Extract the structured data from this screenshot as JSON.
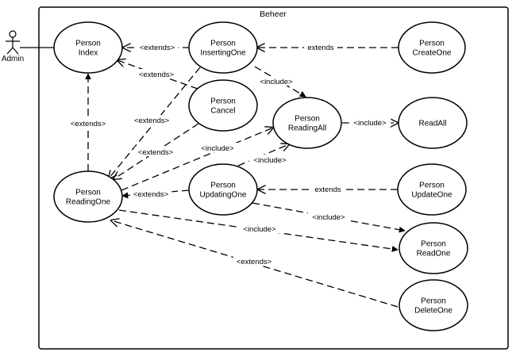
{
  "system": {
    "title": "Beheer"
  },
  "actor": {
    "name": "Admin"
  },
  "usecases": {
    "person_index": [
      "Person",
      "Index"
    ],
    "person_inserting_one": [
      "Person",
      "InsertingOne"
    ],
    "person_create_one": [
      "Person",
      "CreateOne"
    ],
    "person_cancel": [
      "Person",
      "Cancel"
    ],
    "person_reading_all": [
      "Person",
      "ReadingAll"
    ],
    "read_all": [
      "ReadAll"
    ],
    "person_reading_one": [
      "Person",
      "ReadingOne"
    ],
    "person_updating_one": [
      "Person",
      "UpdatingOne"
    ],
    "person_update_one": [
      "Person",
      "UpdateOne"
    ],
    "person_read_one": [
      "Person",
      "ReadOne"
    ],
    "person_delete_one": [
      "Person",
      "DeleteOne"
    ]
  },
  "relations": [
    {
      "id": "inserting-extends-index",
      "from": "person_inserting_one",
      "to": "person_index",
      "label": "<extends>"
    },
    {
      "id": "create-extends-inserting",
      "from": "person_create_one",
      "to": "person_inserting_one",
      "label": "extends"
    },
    {
      "id": "cancel-extends-index",
      "from": "person_cancel",
      "to": "person_index",
      "label": "<extends>"
    },
    {
      "id": "inserting-include-readingall",
      "from": "person_inserting_one",
      "to": "person_reading_all",
      "label": "<include>"
    },
    {
      "id": "inserting-extends-readingone",
      "from": "person_inserting_one",
      "to": "person_reading_one",
      "label": "<extends>"
    },
    {
      "id": "readingone-extends-index",
      "from": "person_reading_one",
      "to": "person_index",
      "label": "<extends>"
    },
    {
      "id": "cancel-extends-readingone",
      "from": "person_cancel",
      "to": "person_reading_one",
      "label": "<extends>"
    },
    {
      "id": "readingall-include-readall",
      "from": "person_reading_all",
      "to": "read_all",
      "label": "<include>"
    },
    {
      "id": "readingone-include-readingall",
      "from": "person_reading_one",
      "to": "person_reading_all",
      "label": "<include>"
    },
    {
      "id": "updating-include-readingall",
      "from": "person_updating_one",
      "to": "person_reading_all",
      "label": "<include>"
    },
    {
      "id": "updating-extends-readingone",
      "from": "person_updating_one",
      "to": "person_reading_one",
      "label": "<extends>"
    },
    {
      "id": "updateone-extends-updating",
      "from": "person_update_one",
      "to": "person_updating_one",
      "label": "extends"
    },
    {
      "id": "updating-include-readone",
      "from": "person_updating_one",
      "to": "person_read_one",
      "label": "<include>"
    },
    {
      "id": "readingone-include-readone",
      "from": "person_reading_one",
      "to": "person_read_one",
      "label": "<include>"
    },
    {
      "id": "deleteone-extends-readingone",
      "from": "person_delete_one",
      "to": "person_reading_one",
      "label": "<extends>"
    }
  ]
}
